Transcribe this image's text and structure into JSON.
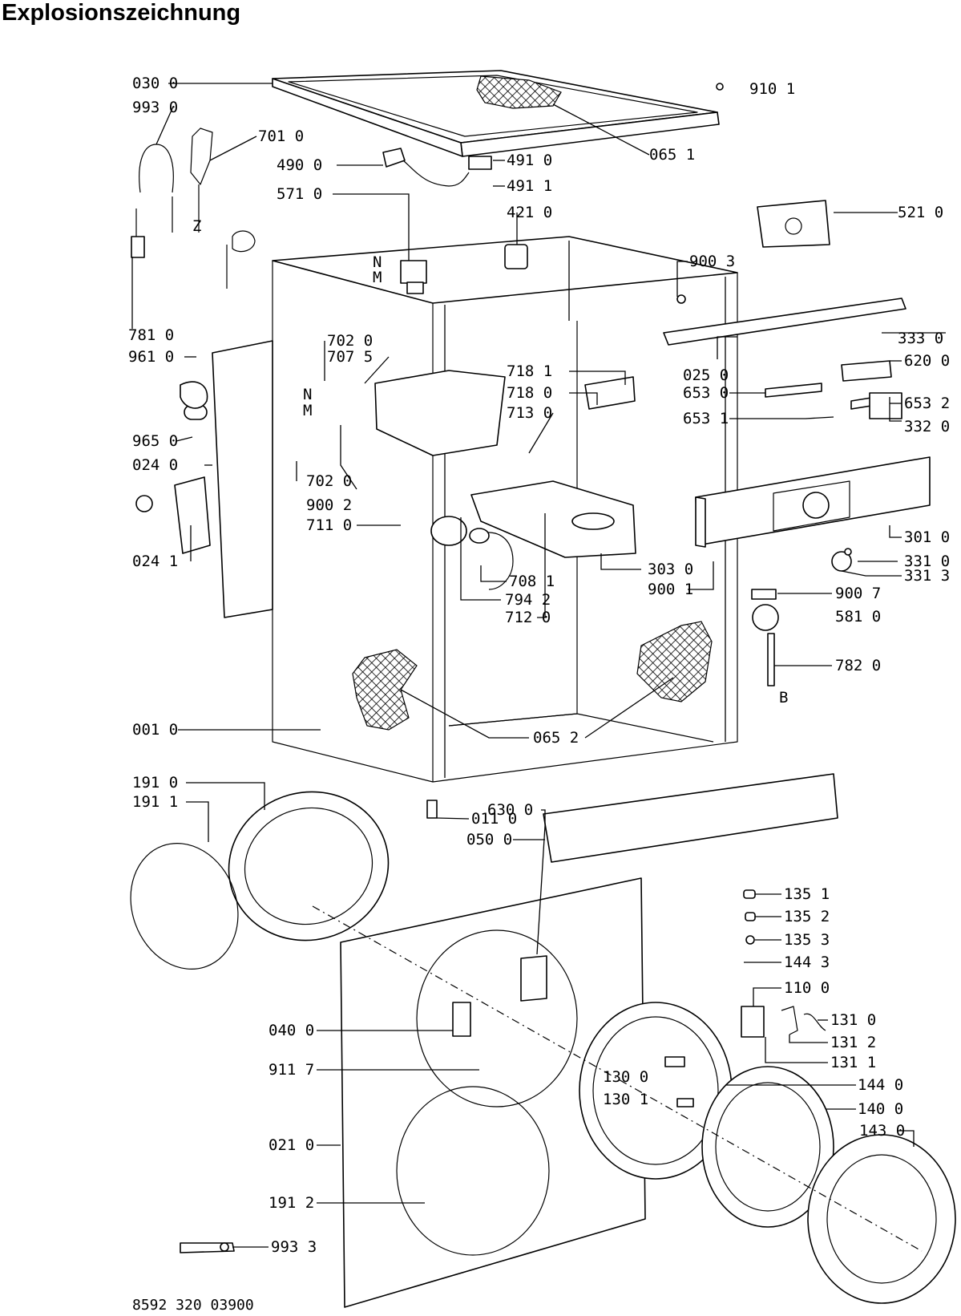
{
  "title": "Explosionszeichnung",
  "drawing_number": "8592 320 03900",
  "markers": [
    "Z",
    "N",
    "M",
    "N",
    "M",
    "B"
  ],
  "part_labels": [
    "030 0",
    "993 0",
    "701 0",
    "490 0",
    "571 0",
    "491 0",
    "491 1",
    "421 0",
    "065 1",
    "910 1",
    "521 0",
    "900 3",
    "781 0",
    "961 0",
    "702 0",
    "707 5",
    "333 0",
    "025 0",
    "620 0",
    "653 0",
    "653 2",
    "653 1",
    "332 0",
    "718 1",
    "718 0",
    "713 0",
    "965 0",
    "024 0",
    "702 0",
    "900 2",
    "711 0",
    "301 0",
    "331 0",
    "331 3",
    "303 0",
    "900 1",
    "900 7",
    "581 0",
    "024 1",
    "708 1",
    "794 2",
    "712 0",
    "782 0",
    "001 0",
    "065 2",
    "191 0",
    "191 1",
    "011 0",
    "050 0",
    "135 1",
    "135 2",
    "135 3",
    "144 3",
    "630 0",
    "110 0",
    "040 0",
    "131 0",
    "131 2",
    "131 1",
    "911 7",
    "130 0",
    "130 1",
    "144 0",
    "140 0",
    "143 0",
    "021 0",
    "191 2",
    "993 3"
  ]
}
